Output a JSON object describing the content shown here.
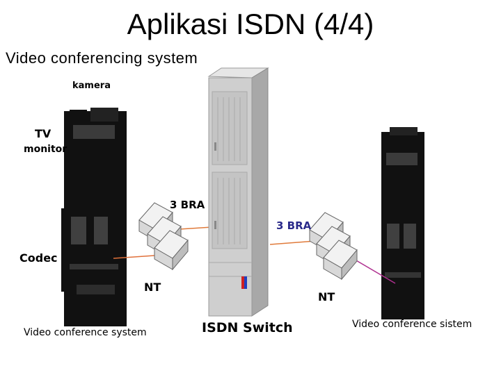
{
  "title": "Aplikasi ISDN (4/4)",
  "subtitle": "Video conferencing system",
  "labels": {
    "kamera": "kamera",
    "tv_monitor_line1": "TV",
    "tv_monitor_line2": "monitor",
    "codec": "Codec",
    "bra_left": "3 BRA",
    "bra_right": "3 BRA",
    "nt_left": "NT",
    "nt_right": "NT",
    "switch": "ISDN Switch"
  },
  "captions": {
    "left_system": "Video conference system",
    "right_system": "Video conference sistem"
  },
  "colors": {
    "cable_left": "#e0703a",
    "cable_mid": "#e07a3a",
    "cable_right": "#b03090",
    "bra_right_text": "#2a2a8a",
    "switch_body": "#cfcfcf"
  }
}
